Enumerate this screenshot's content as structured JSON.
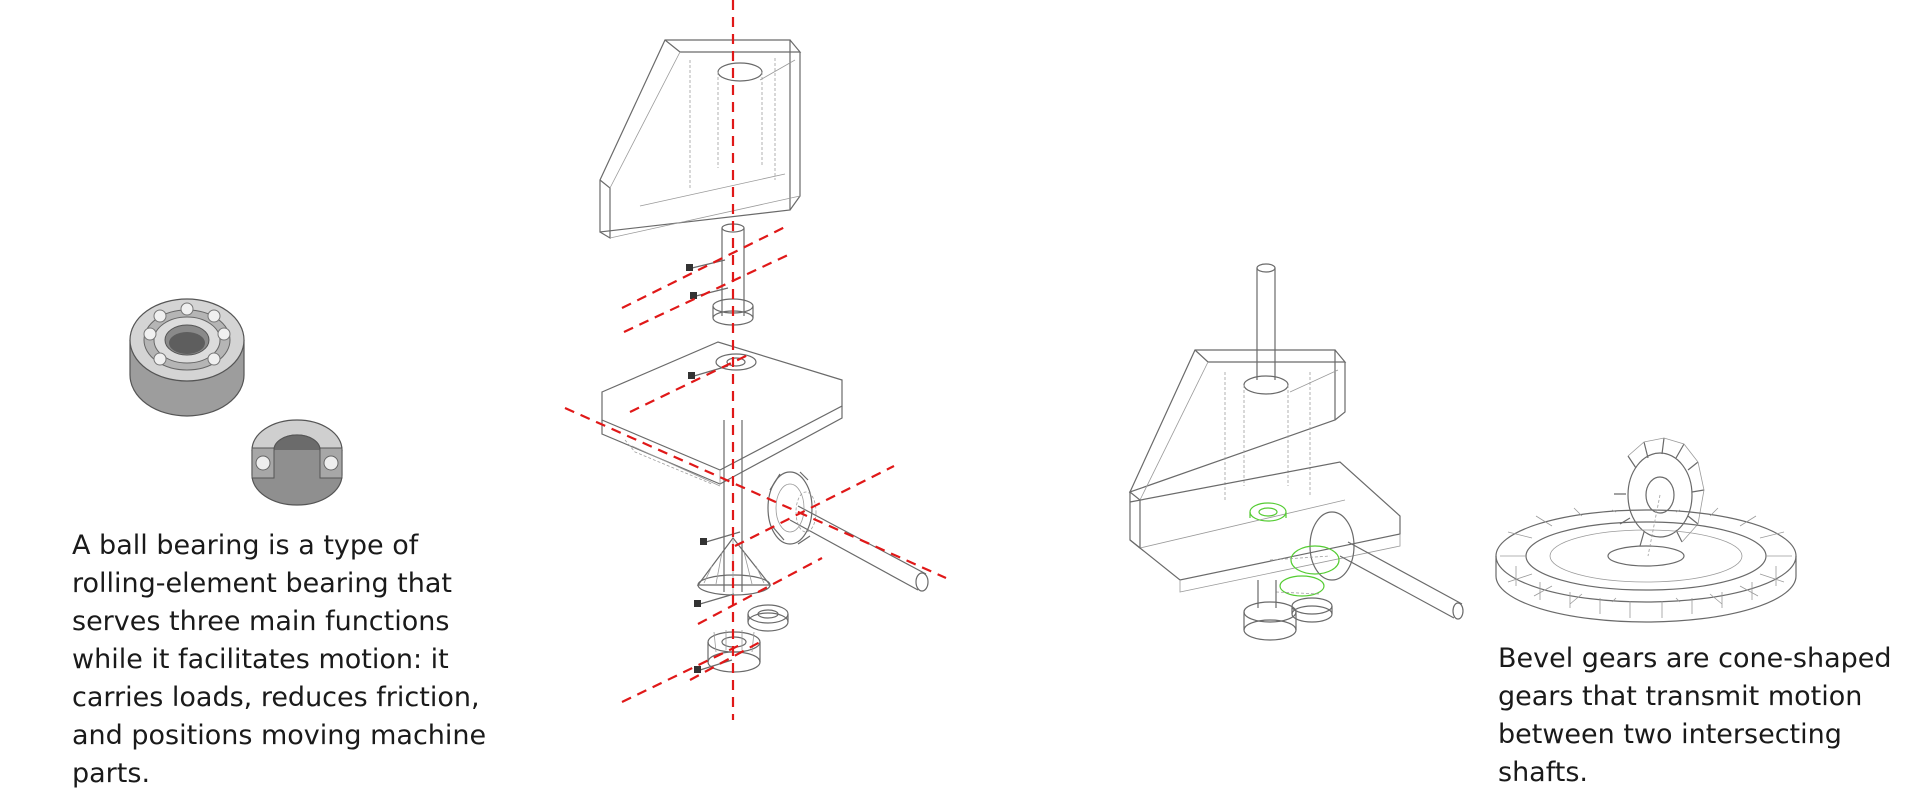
{
  "captions": {
    "bearing": "A ball bearing is a type of rolling-element bearing that serves three main functions while it facilitates motion: it carries loads, reduces friction, and positions moving machine parts.",
    "bevel": "Bevel gears are cone-shaped gears that transmit motion between two intersecting shafts."
  },
  "colors": {
    "axis_lines": "#e01818",
    "highlight": "#55cc33",
    "line_work": "#6a6a6a",
    "bearing_metal": "#bdbdbd"
  },
  "icons": {
    "bearing": "ball-bearing-render",
    "bearing_section": "bearing-cutaway-render",
    "exploded": "exploded-assembly-drawing",
    "assembled": "assembled-mechanism-drawing",
    "gears": "bevel-gear-pair-drawing"
  }
}
